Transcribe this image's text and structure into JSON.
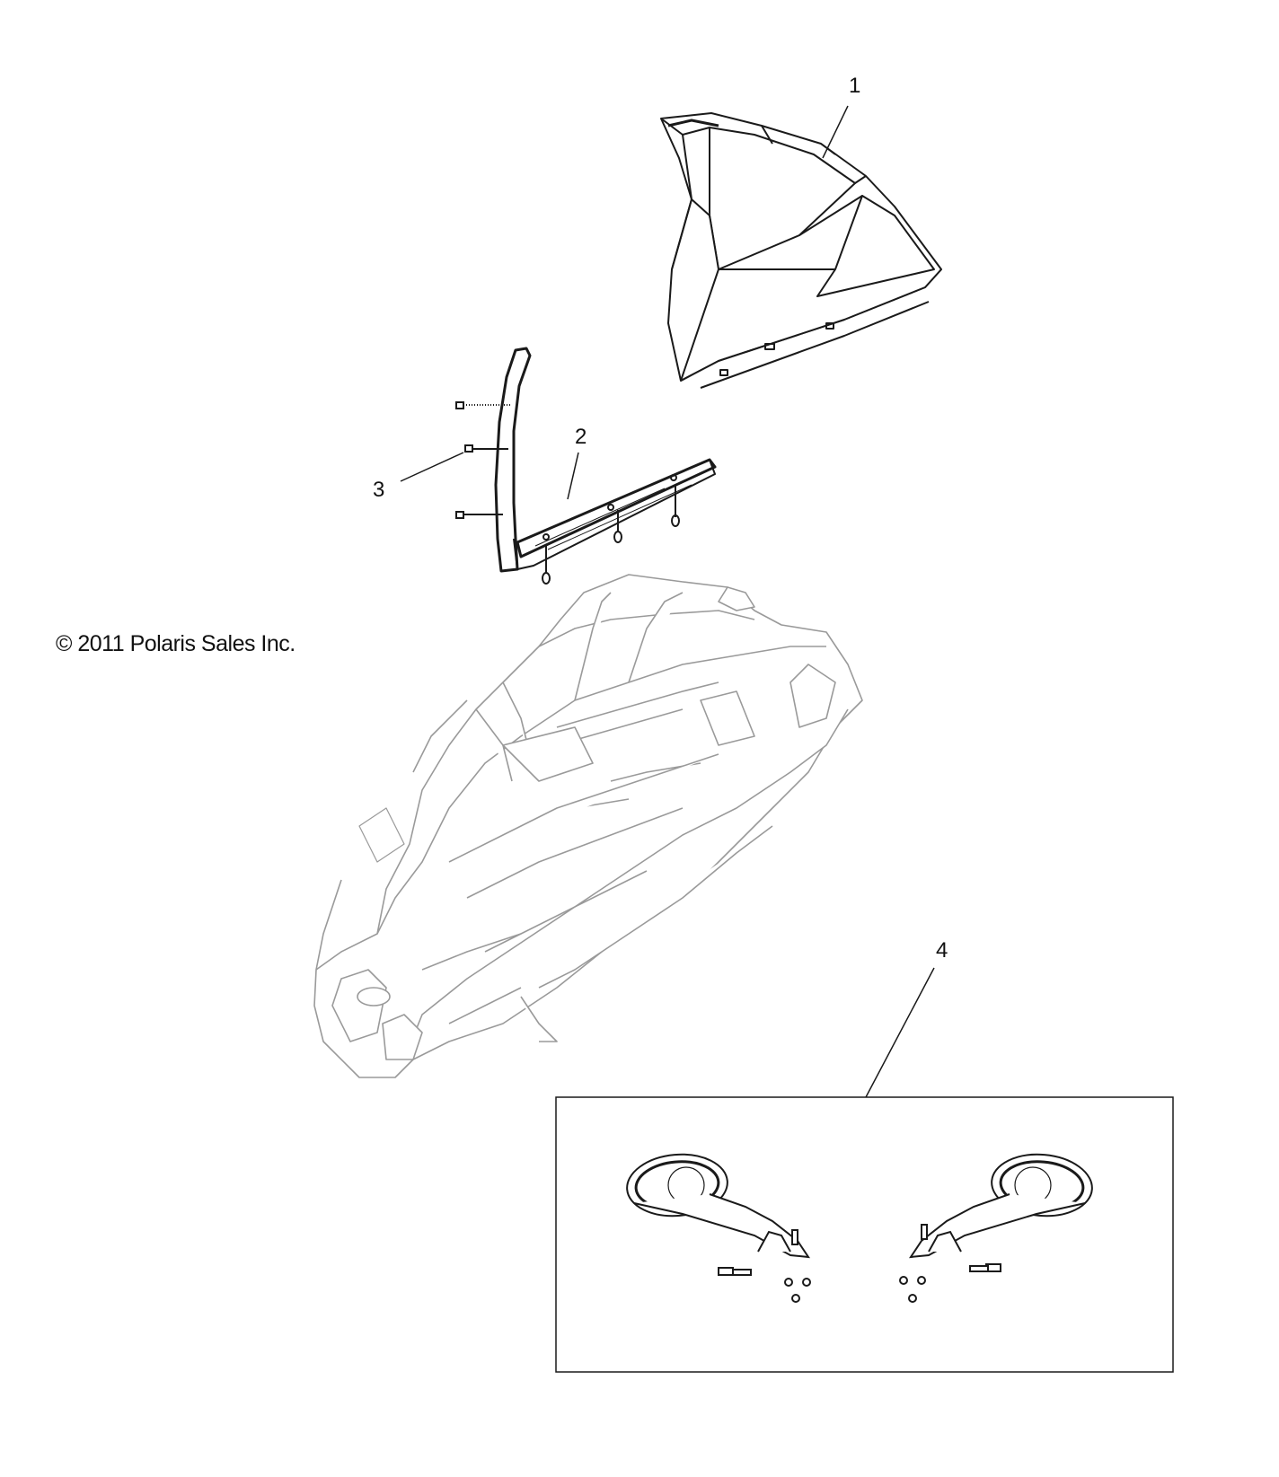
{
  "copyright": "© 2011 Polaris Sales Inc.",
  "callouts": [
    "1",
    "2",
    "3",
    "4"
  ],
  "parts": [
    {
      "callout": "1",
      "icon": "windshield-icon"
    },
    {
      "callout": "2",
      "icon": "windshield-seal-icon"
    },
    {
      "callout": "3",
      "icon": "screw-icon"
    },
    {
      "callout": "4",
      "icon": "mirror-kit-icon"
    }
  ],
  "colors": {
    "line": "#1a1a1a",
    "ghost": "#9a9a9a",
    "paper": "#ffffff"
  }
}
